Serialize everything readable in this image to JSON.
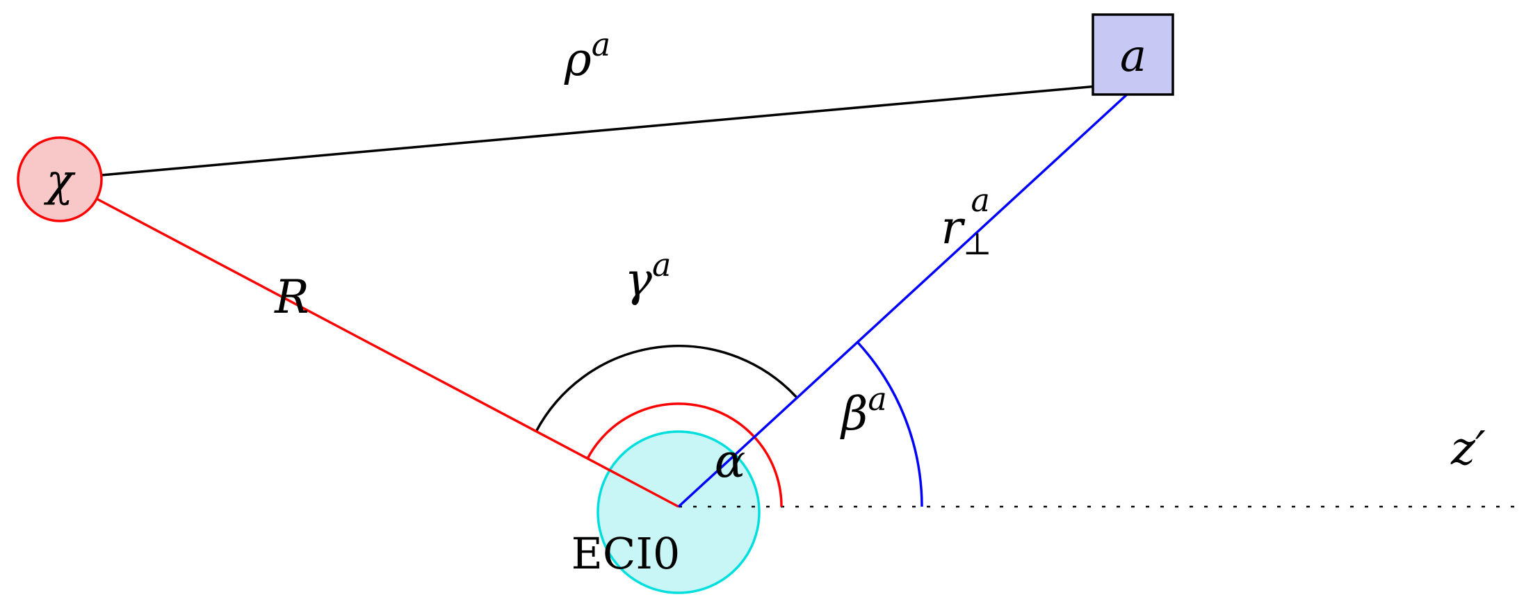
{
  "figure": {
    "background": "#ffffff",
    "nodes": {
      "chi": {
        "label": "χ",
        "fill": "#f8c8c8",
        "stroke": "#ff0000"
      },
      "satellite_a": {
        "label": "a",
        "fill": "#c8c8f5",
        "stroke": "#000000"
      },
      "eci0": {
        "label": "ECI0",
        "fill": "#c8f6f6",
        "stroke": "#00dede"
      }
    },
    "edges": {
      "rho": {
        "base": "ρ",
        "sup": "a",
        "color": "#000000"
      },
      "range_R": {
        "label": "R",
        "color": "#ff0000"
      },
      "r_perp": {
        "base": "r",
        "sub": "⊥",
        "sup": "a",
        "color": "#0000ff"
      },
      "z_axis": {
        "label": "z′",
        "color": "#000000"
      }
    },
    "angles": {
      "gamma": {
        "base": "γ",
        "sup": "a",
        "color": "#000000"
      },
      "alpha": {
        "label": "α",
        "color": "#ff0000"
      },
      "beta": {
        "base": "β",
        "sup": "a",
        "color": "#0000ff"
      }
    }
  }
}
